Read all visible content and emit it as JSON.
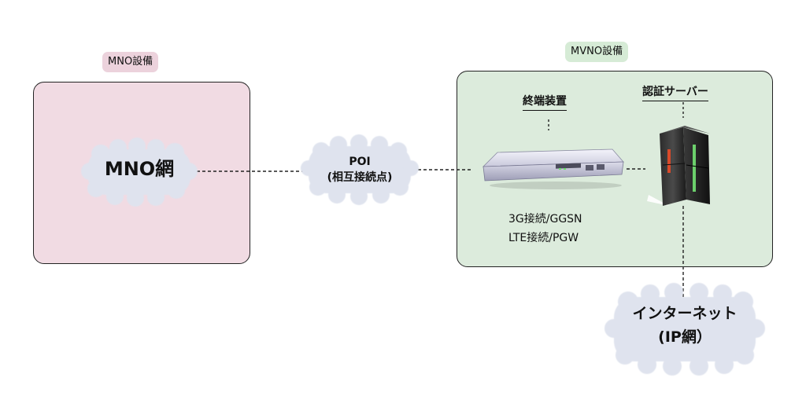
{
  "regions": {
    "mno": {
      "tag": "MNO設備",
      "color": "#f1dbe3"
    },
    "mvno": {
      "tag": "MVNO設備",
      "color": "#dcebdc"
    }
  },
  "nodes": {
    "mno_network": "MNO網",
    "poi_title": "POI",
    "poi_subtitle": "(相互接続点)",
    "internet_title": "インターネット",
    "internet_subtitle": "(IP網）"
  },
  "devices": {
    "terminal_label": "終端装置",
    "auth_label": "認証サーバー",
    "terminal_spec_1": "3G接続/GGSN",
    "terminal_spec_2": "LTE接続/PGW"
  },
  "colors": {
    "cloud_fill": "#dfe3ee",
    "mno_tag": "#ecd2dc",
    "mvno_tag": "#d6ebd6",
    "line": "#222222"
  },
  "icons": {
    "terminal": "rack-router-icon",
    "auth": "tower-server-icon"
  }
}
